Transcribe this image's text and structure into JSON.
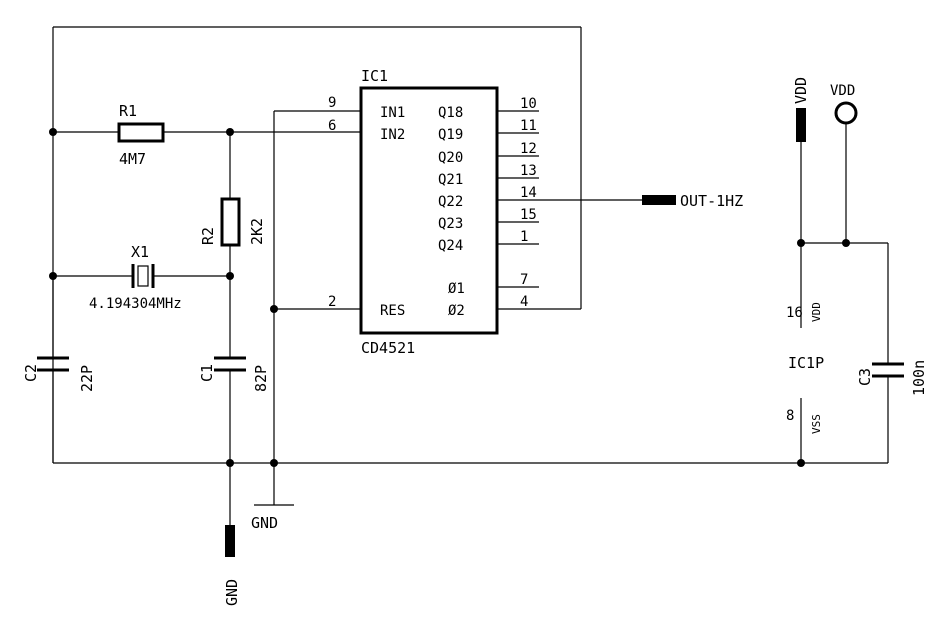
{
  "ic": {
    "ref": "IC1",
    "part": "CD4521",
    "pins_left": [
      {
        "num": "9",
        "name": "IN1"
      },
      {
        "num": "6",
        "name": "IN2"
      },
      {
        "num": "2",
        "name": "RES"
      }
    ],
    "pins_right": [
      {
        "num": "10",
        "name": "Q18"
      },
      {
        "num": "11",
        "name": "Q19"
      },
      {
        "num": "12",
        "name": "Q20"
      },
      {
        "num": "13",
        "name": "Q21"
      },
      {
        "num": "14",
        "name": "Q22"
      },
      {
        "num": "15",
        "name": "Q23"
      },
      {
        "num": "1",
        "name": "Q24"
      },
      {
        "num": "7",
        "name": "Ø1"
      },
      {
        "num": "4",
        "name": "Ø2"
      }
    ]
  },
  "components": {
    "r1": {
      "ref": "R1",
      "value": "4M7"
    },
    "r2": {
      "ref": "R2",
      "value": "2K2"
    },
    "x1": {
      "ref": "X1",
      "value": "4.194304MHz"
    },
    "c1": {
      "ref": "C1",
      "value": "82P"
    },
    "c2": {
      "ref": "C2",
      "value": "22P"
    },
    "c3": {
      "ref": "C3",
      "value": "100n"
    }
  },
  "power": {
    "ref": "IC1P",
    "vdd_pin": "16",
    "vdd_name": "VDD",
    "vss_pin": "8",
    "vss_name": "VSS"
  },
  "nets": {
    "out": "OUT-1HZ",
    "gnd_symbol": "GND",
    "gnd_label": "GND",
    "vdd_label": "VDD",
    "vdd_circle": "VDD"
  }
}
